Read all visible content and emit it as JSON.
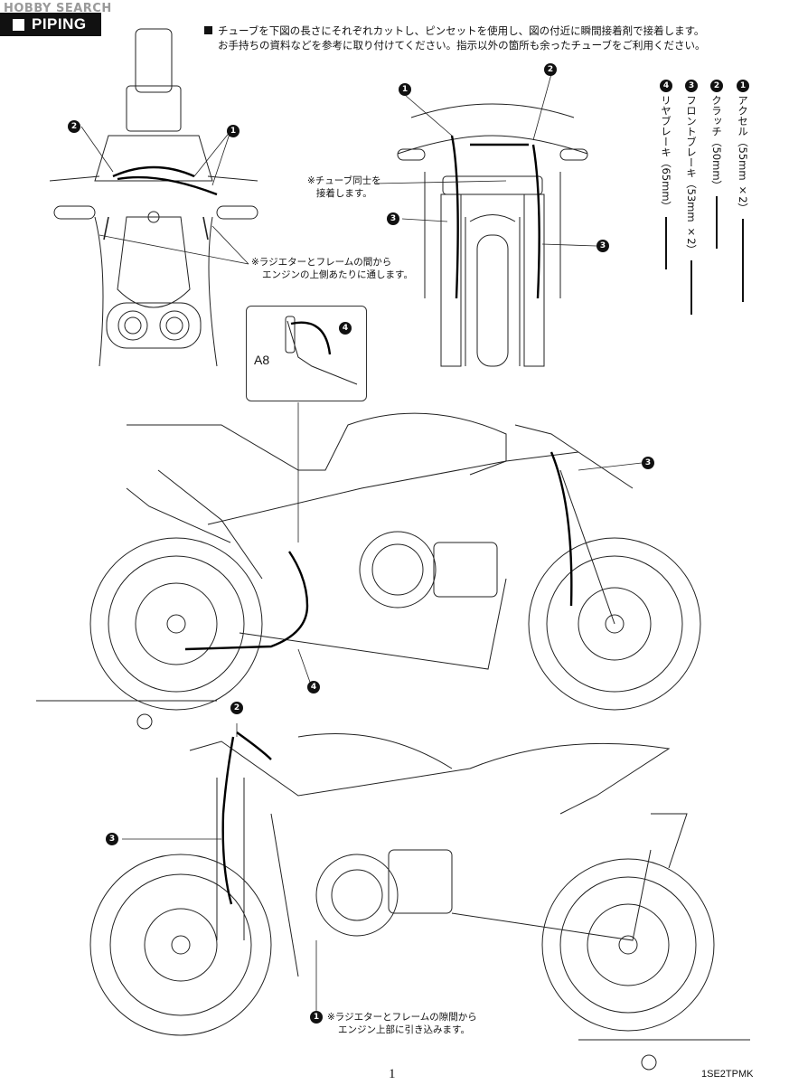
{
  "watermark": "HOBBY SEARCH",
  "section": {
    "title": "PIPING"
  },
  "instructions": {
    "line1": "チューブを下図の長さにそれぞれカットし、ピンセットを使用し、図の付近に瞬間接着剤で接着します。",
    "line2": "お手持ちの資料などを参考に取り付けてください。指示以外の箇所も余ったチューブをご利用ください。"
  },
  "tubes": [
    {
      "number": "1",
      "label": "アクセル（55mm ×2）"
    },
    {
      "number": "2",
      "label": "クラッチ（50mm）"
    },
    {
      "number": "3",
      "label": "フロントブレーキ（53mm ×2）"
    },
    {
      "number": "4",
      "label": "リヤブレーキ（65mm）"
    }
  ],
  "notes": {
    "radiator_top": [
      "※ラジエターとフレームの間から",
      "エンジンの上側あたりに通します。"
    ],
    "tube_join": [
      "※チューブ同士を",
      "接着します。"
    ],
    "radiator_bottom": [
      "※ラジエターとフレームの隙間から",
      "エンジン上部に引き込みます。"
    ]
  },
  "callouts": {
    "top_left": [
      "2",
      "1"
    ],
    "top_right": [
      "1",
      "2",
      "3",
      "3"
    ],
    "inset": "4",
    "side_upper": [
      "3",
      "4"
    ],
    "side_lower": [
      "2",
      "3",
      "1"
    ]
  },
  "part_label": "A8",
  "footer": {
    "page": "1",
    "code": "1SE2TPMK"
  },
  "colors": {
    "ink": "#111111",
    "tab": "#111111",
    "watermark": "#9a9a9a"
  }
}
